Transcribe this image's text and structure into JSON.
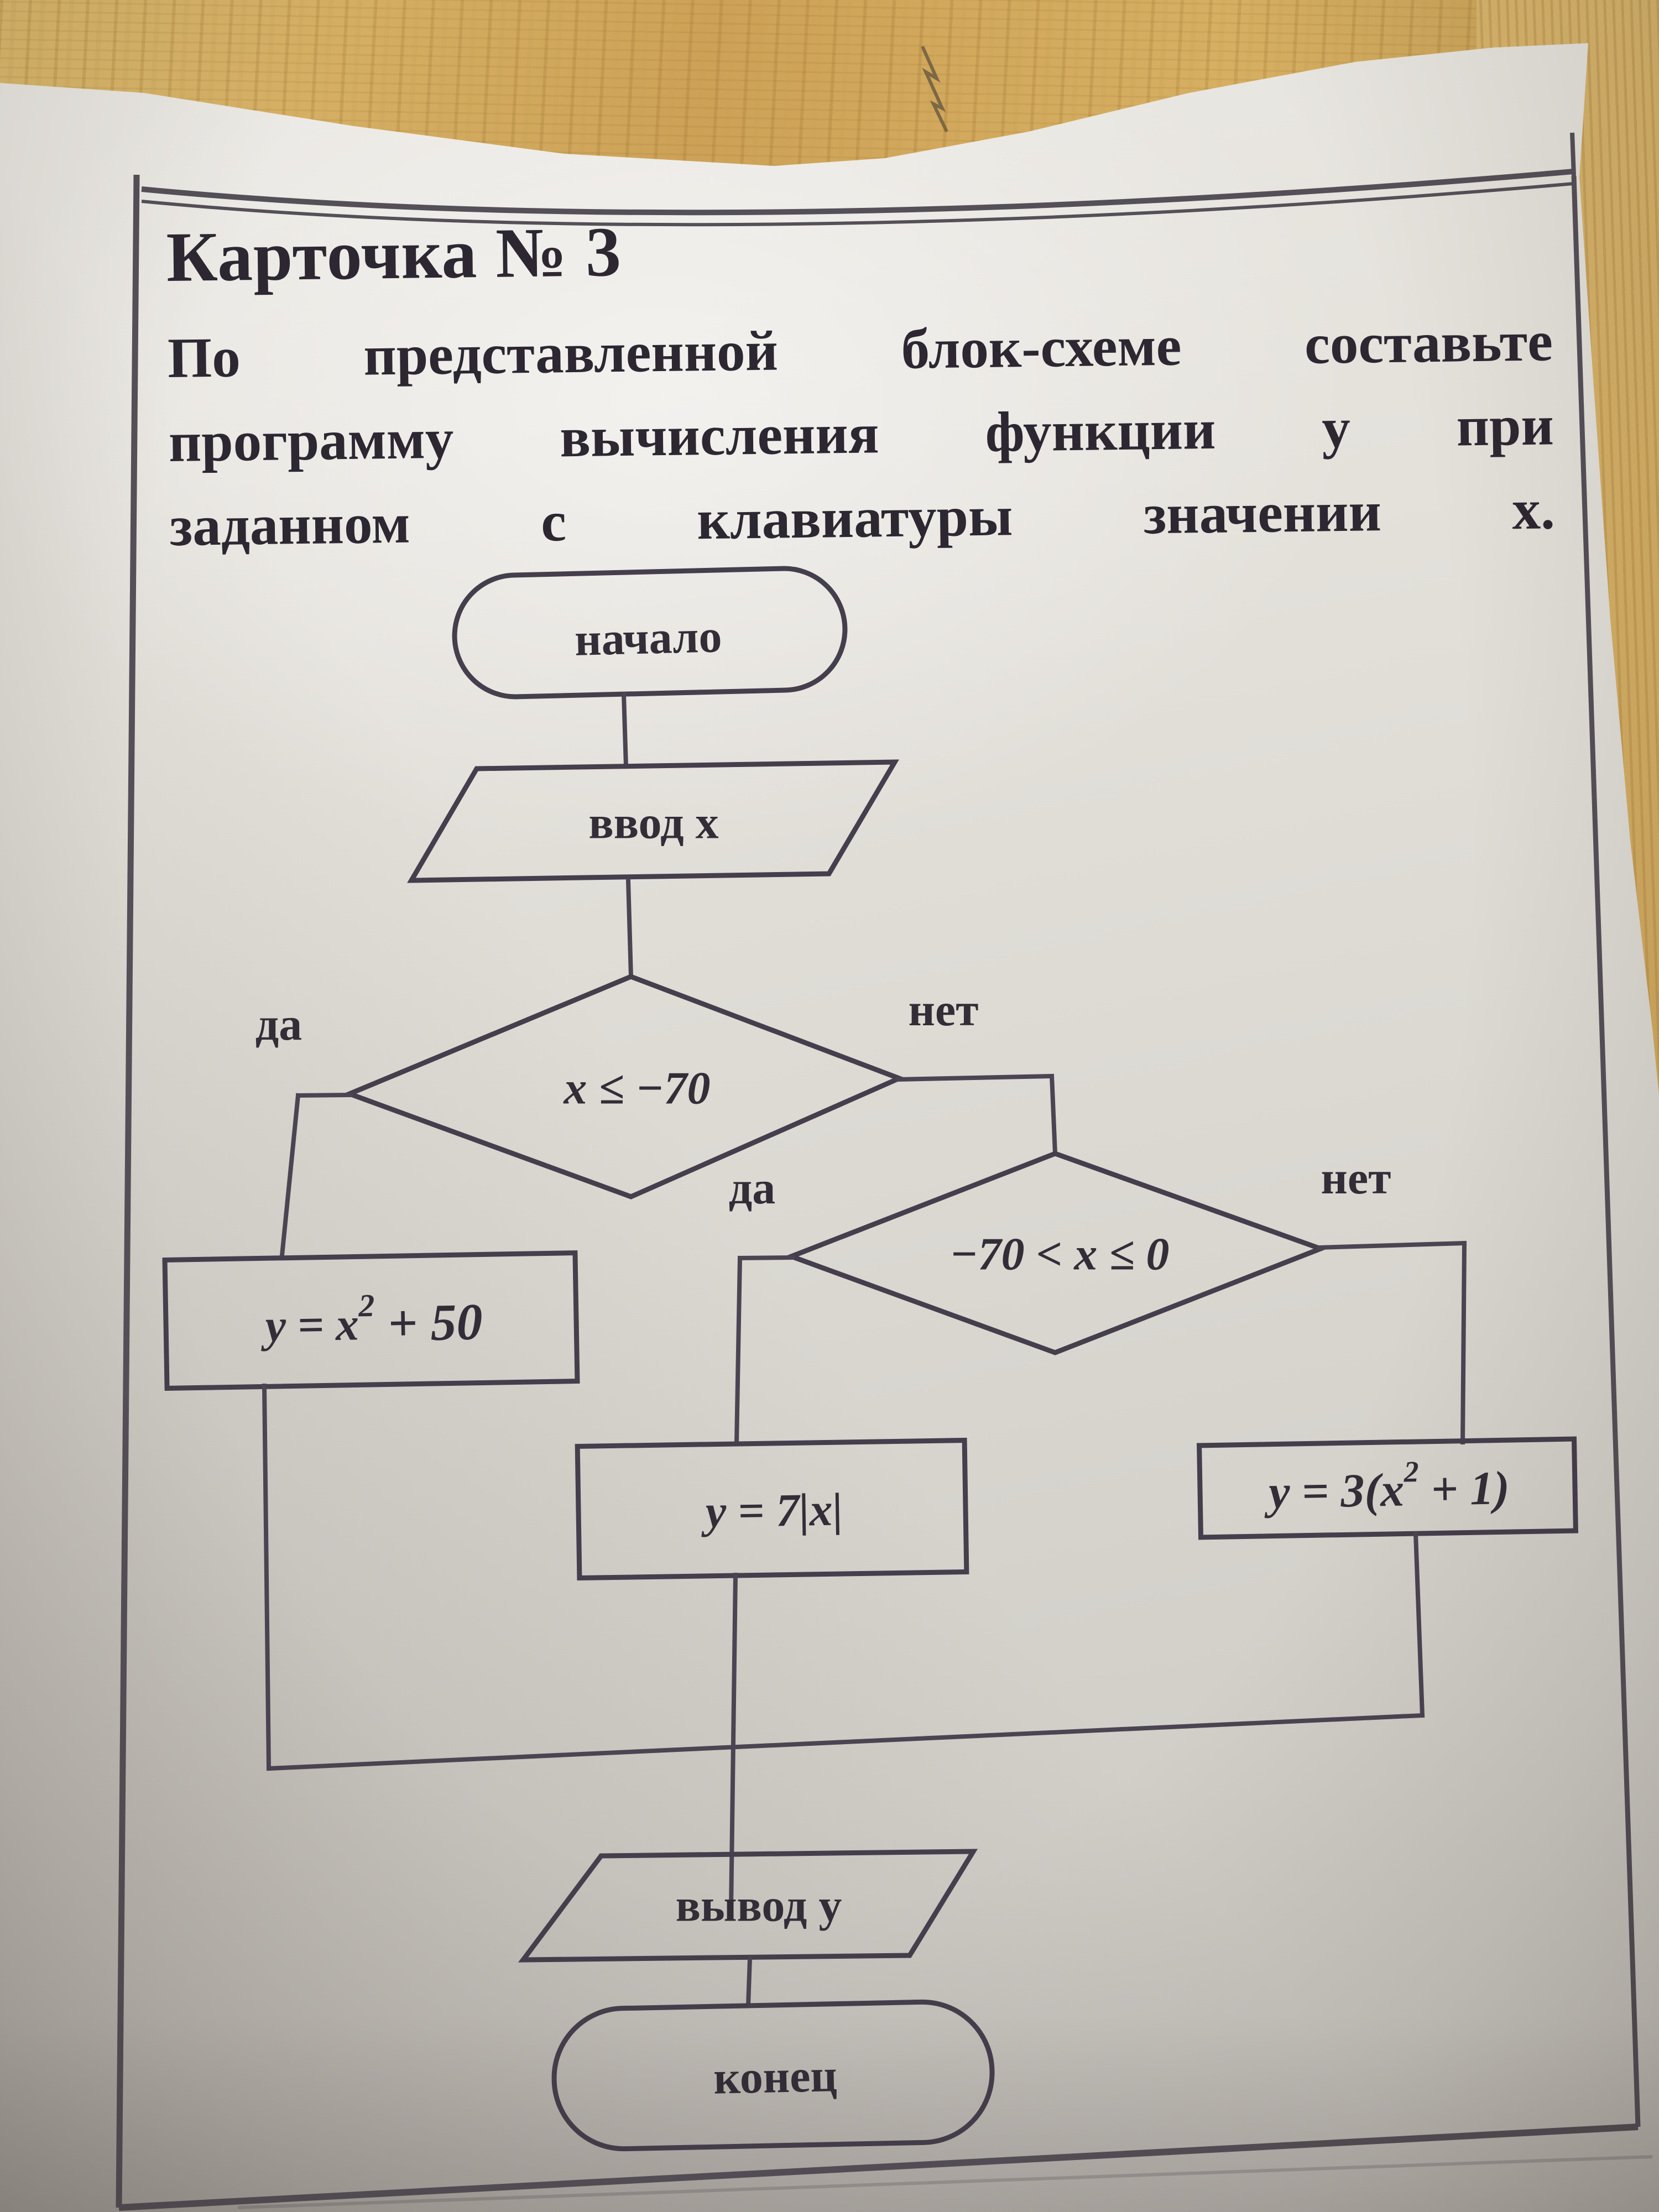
{
  "card": {
    "title": "Карточка № 3",
    "task_lines": [
      "По представленной блок-схеме составьте",
      "программу вычисления функции у при",
      "заданном с клавиатуры значении x."
    ]
  },
  "flowchart": {
    "start_label": "начало",
    "input_label": "ввод x",
    "decision1": {
      "condition": "x ≤ −70",
      "yes_label": "да",
      "no_label": "нет"
    },
    "decision2": {
      "condition": "−70 < x ≤ 0",
      "yes_label": "да",
      "no_label": "нет"
    },
    "formula_left": {
      "parts": [
        "y = x",
        "2",
        " + 50"
      ]
    },
    "formula_mid": {
      "text": "y = 7|x|"
    },
    "formula_right": {
      "parts": [
        "y = 3(x",
        "2",
        " + 1)"
      ]
    },
    "output_label": "вывод y",
    "end_label": "конец"
  },
  "colors": {
    "ink": "#453e4c",
    "text": "#332d38",
    "paper": "#ddd9d3",
    "wood": "#cfae63"
  }
}
